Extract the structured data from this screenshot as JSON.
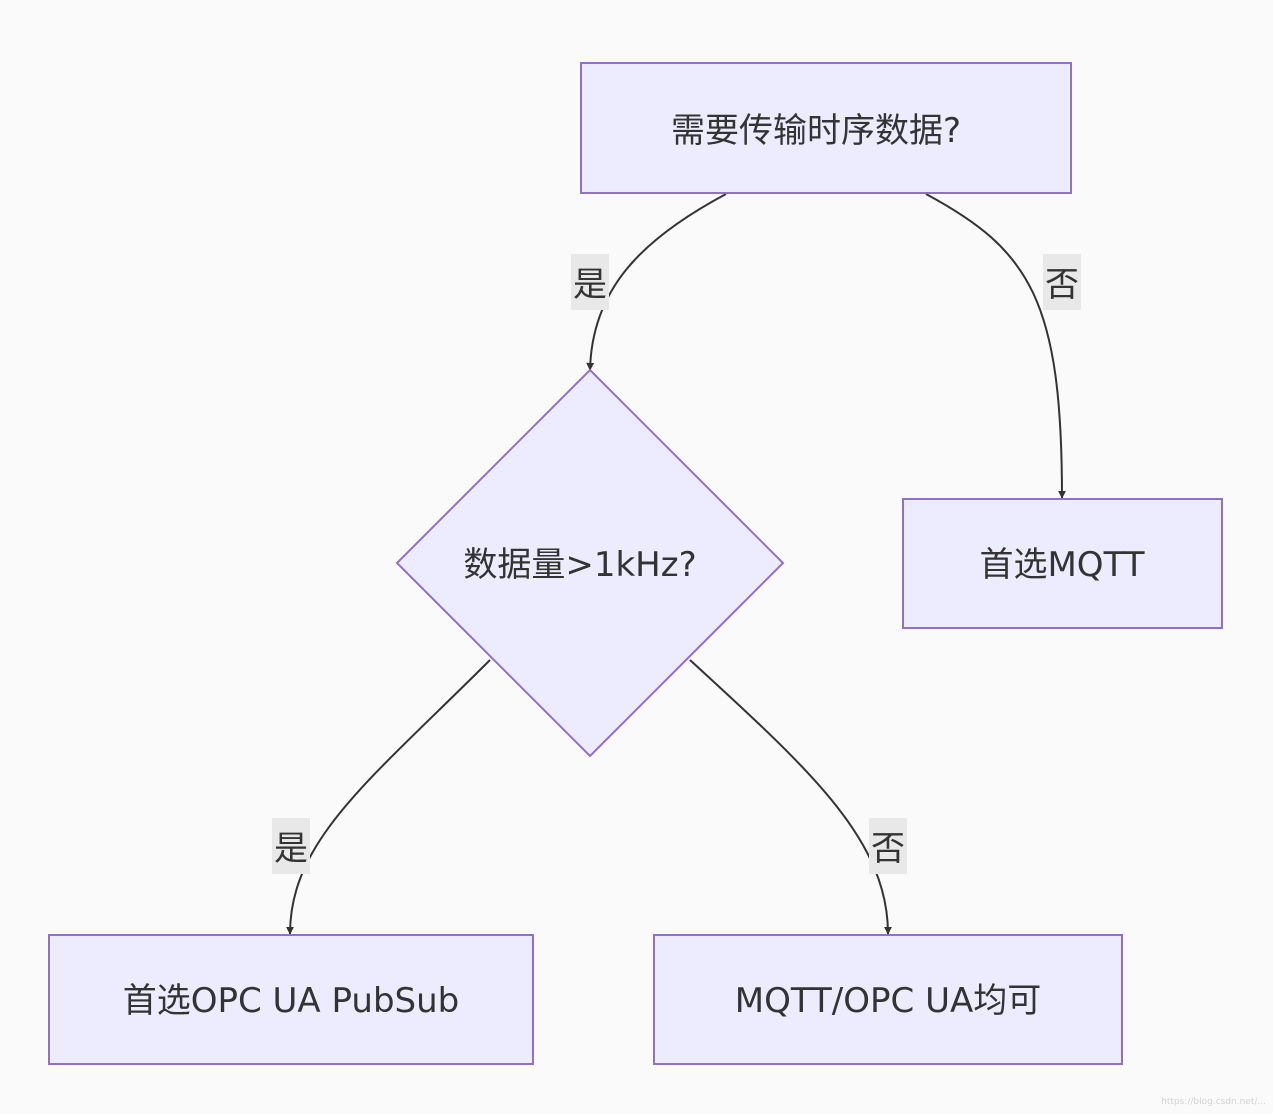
{
  "nodes": {
    "start": "需要传输时序数据?",
    "freq": "数据量>1kHz?",
    "mqtt": "首选MQTT",
    "opc": "首选OPC UA PubSub",
    "both": "MQTT/OPC UA均可"
  },
  "edges": {
    "start_freq": "是",
    "start_mqtt": "否",
    "freq_opc": "是",
    "freq_both": "否"
  },
  "watermark": "https://blog.csdn.net/..."
}
